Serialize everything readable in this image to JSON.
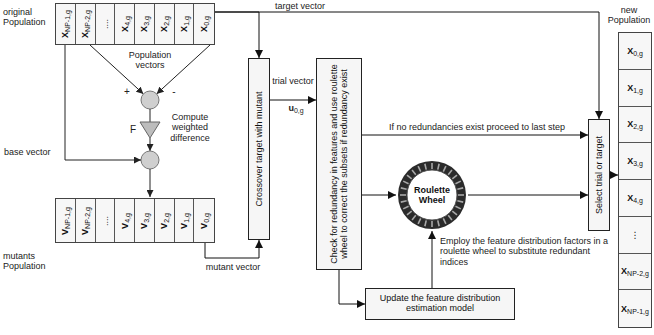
{
  "diagram": {
    "nodes": [
      {
        "text": [
          "original Population"
        ]
      },
      {
        "text": [
          "XNP-1,g"
        ],
        "in": 0
      },
      {
        "text": [
          "XNP-2,g"
        ],
        "in": 0
      },
      {
        "text": [
          "...."
        ],
        "in": 0
      },
      {
        "text": [
          "X4,g"
        ],
        "in": 0
      },
      {
        "text": [
          "X3,g"
        ],
        "in": 0
      },
      {
        "text": [
          "X2,g"
        ],
        "in": 0
      },
      {
        "text": [
          "X1,g"
        ],
        "in": 0
      },
      {
        "text": [
          "X0,g"
        ],
        "in": 0
      },
      {
        "text": [
          "mutants Population"
        ]
      },
      {
        "text": [
          "VNP-1,g"
        ],
        "in": 9
      },
      {
        "text": [
          "VNP-2,g"
        ],
        "in": 9
      },
      {
        "text": [
          "...."
        ],
        "in": 9
      },
      {
        "text": [
          "V4,g"
        ],
        "in": 9
      },
      {
        "text": [
          "V3,g"
        ],
        "in": 9
      },
      {
        "text": [
          "V2,g"
        ],
        "in": 9
      },
      {
        "text": [
          "V1,g"
        ],
        "in": 9
      },
      {
        "text": [
          "V0,g"
        ],
        "in": 9
      },
      {
        "text": [
          "Crossover target with mutant"
        ]
      },
      {
        "text": [
          "Check for redundancy in features and use roulette wheel to correct the subsets if redundancy exist"
        ]
      },
      {
        "text": [
          "Roulette Wheel"
        ]
      },
      {
        "text": [
          "Update the feature distribution estimation model"
        ]
      },
      {
        "text": [
          "Select trial or target"
        ]
      },
      {
        "text": [
          "new Population"
        ]
      },
      {
        "text": [
          "X0,g"
        ],
        "in": 23
      },
      {
        "text": [
          "X1,g"
        ],
        "in": 23
      },
      {
        "text": [
          "X2,g"
        ],
        "in": 23
      },
      {
        "text": [
          "X3,g"
        ],
        "in": 23
      },
      {
        "text": [
          "X4,g"
        ],
        "in": 23
      },
      {
        "text": [
          "⋮"
        ],
        "in": 23
      },
      {
        "text": [
          "XNP-2,g"
        ],
        "in": 23
      },
      {
        "text": [
          "XNP-1,g"
        ],
        "in": 23
      }
    ],
    "edges": [
      {
        "from": 0,
        "to": 18,
        "arrow": "to"
      },
      {
        "from": 0,
        "to": 22,
        "label": "target vector",
        "arrow": "to"
      },
      {
        "from": 9,
        "to": 18,
        "label": "mutant vector",
        "arrow": "to"
      },
      {
        "from": 18,
        "to": 19,
        "label": "trial vector",
        "arrow": "to"
      },
      {
        "from": 19,
        "to": 22,
        "label": "If no redundancies exist proceed to last step",
        "arrow": "to"
      },
      {
        "from": 19,
        "to": 20,
        "arrow": "to"
      },
      {
        "from": 20,
        "to": 22,
        "arrow": "to"
      },
      {
        "from": 19,
        "to": 21,
        "arrow": "to"
      },
      {
        "from": 21,
        "to": 20,
        "label": "Employ the feature distribution factors in a roulette wheel to substitute redundant indices",
        "arrow": "to"
      },
      {
        "from": 22,
        "to": 23,
        "arrow": "to"
      }
    ],
    "labels": [
      "Population vectors",
      "+",
      "-",
      "F",
      "Compute weighted difference",
      "base vector",
      "u0,g"
    ]
  }
}
